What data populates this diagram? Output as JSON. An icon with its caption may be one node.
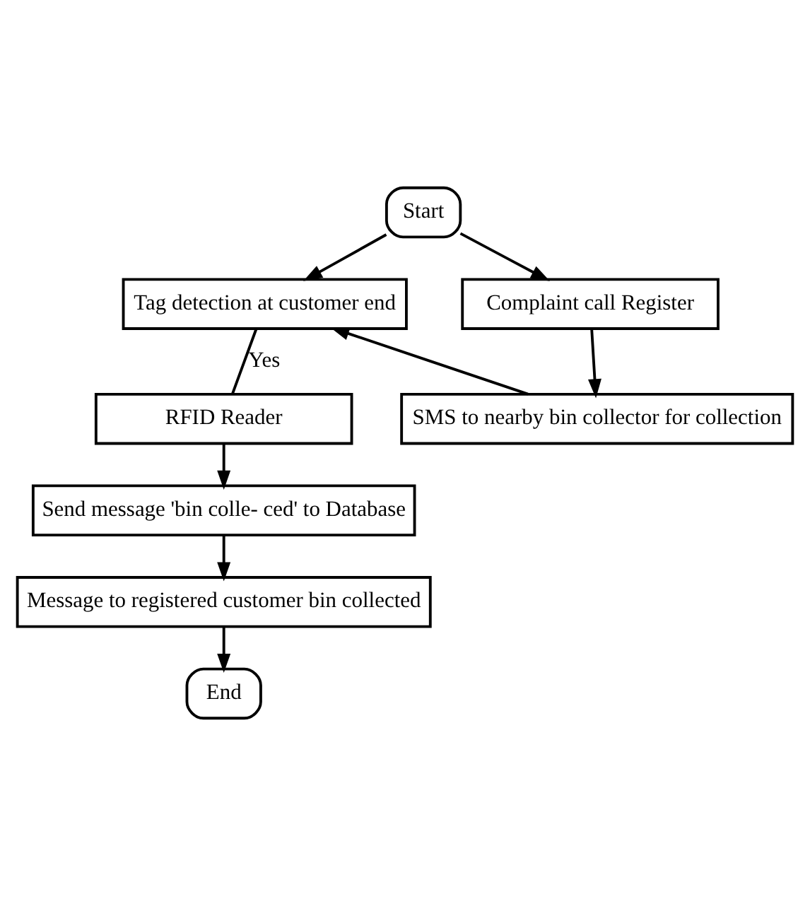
{
  "diagram": {
    "nodes": [
      {
        "text": [
          "Start"
        ]
      },
      {
        "text": [
          "Tag detection at customer end"
        ]
      },
      {
        "text": [
          "Complaint call Register"
        ]
      },
      {
        "text": [
          "RFID Reader"
        ]
      },
      {
        "text": [
          "SMS to nearby bin collector for collection"
        ]
      },
      {
        "text": [
          "Send message 'bin colle- ced' to Database"
        ]
      },
      {
        "text": [
          "Message to registered customer bin collected"
        ]
      },
      {
        "text": [
          "End"
        ]
      }
    ],
    "edges": [
      {
        "from": 0,
        "to": 1,
        "arrow": "to"
      },
      {
        "from": 0,
        "to": 2,
        "arrow": "to"
      },
      {
        "from": 2,
        "to": 4,
        "arrow": "to"
      },
      {
        "from": 4,
        "to": 1,
        "arrow": "to"
      },
      {
        "from": 1,
        "to": 3,
        "arrow": "none",
        "label": "Yes"
      },
      {
        "from": 3,
        "to": 5,
        "arrow": "to"
      },
      {
        "from": 5,
        "to": 6,
        "arrow": "to"
      },
      {
        "from": 6,
        "to": 7,
        "arrow": "to"
      }
    ]
  }
}
